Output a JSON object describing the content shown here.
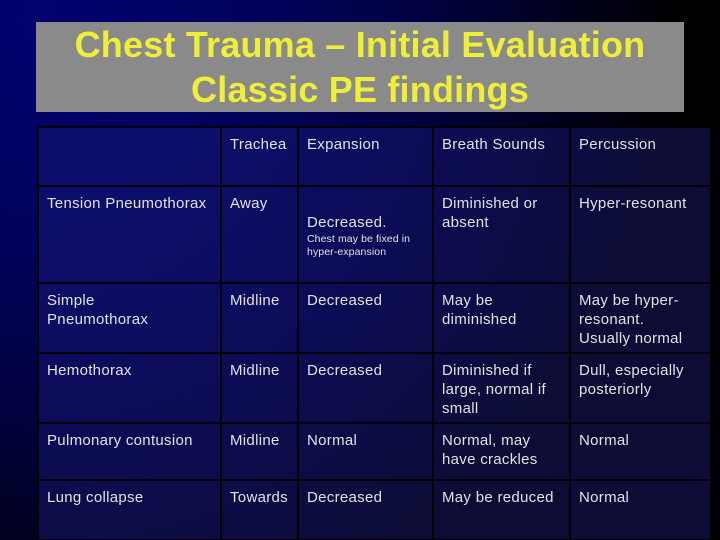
{
  "slide": {
    "title": {
      "line1": "Chest Trauma – Initial Evaluation",
      "line2": "Classic PE findings"
    },
    "colors": {
      "background_navy": "#03026F",
      "background_black": "#000000",
      "title_bar_gray": "#8A8A8A",
      "title_text_yellow": "#EFEF3A",
      "body_text": "#E2E2E2",
      "grid_line": "#000006"
    }
  },
  "table": {
    "column_headers": [
      "",
      "Trachea",
      "Expansion",
      "Breath Sounds",
      "Percussion"
    ],
    "rows": [
      {
        "condition": "Tension Pneumothorax",
        "trachea": "Away",
        "expansion": "Decreased.",
        "expansion_note": "Chest may be fixed in\nhyper-expansion",
        "breath_sounds": "Diminished or\nabsent",
        "percussion": "Hyper-resonant"
      },
      {
        "condition": "Simple\nPneumothorax",
        "trachea": "Midline",
        "expansion": "Decreased",
        "breath_sounds": "May be\ndiminished",
        "percussion": "May be hyper-\nresonant.\nUsually normal"
      },
      {
        "condition": "Hemothorax",
        "trachea": "Midline",
        "expansion": "Decreased",
        "breath_sounds": "Diminished if\nlarge, normal if\nsmall",
        "percussion": "Dull, especially\nposteriorly"
      },
      {
        "condition": "Pulmonary contusion",
        "trachea": "Midline",
        "expansion": "Normal",
        "breath_sounds": "Normal, may\nhave crackles",
        "percussion": "Normal"
      },
      {
        "condition": "Lung collapse",
        "trachea": "Towards",
        "expansion": "Decreased",
        "breath_sounds": "May be reduced",
        "percussion": "Normal"
      }
    ]
  }
}
